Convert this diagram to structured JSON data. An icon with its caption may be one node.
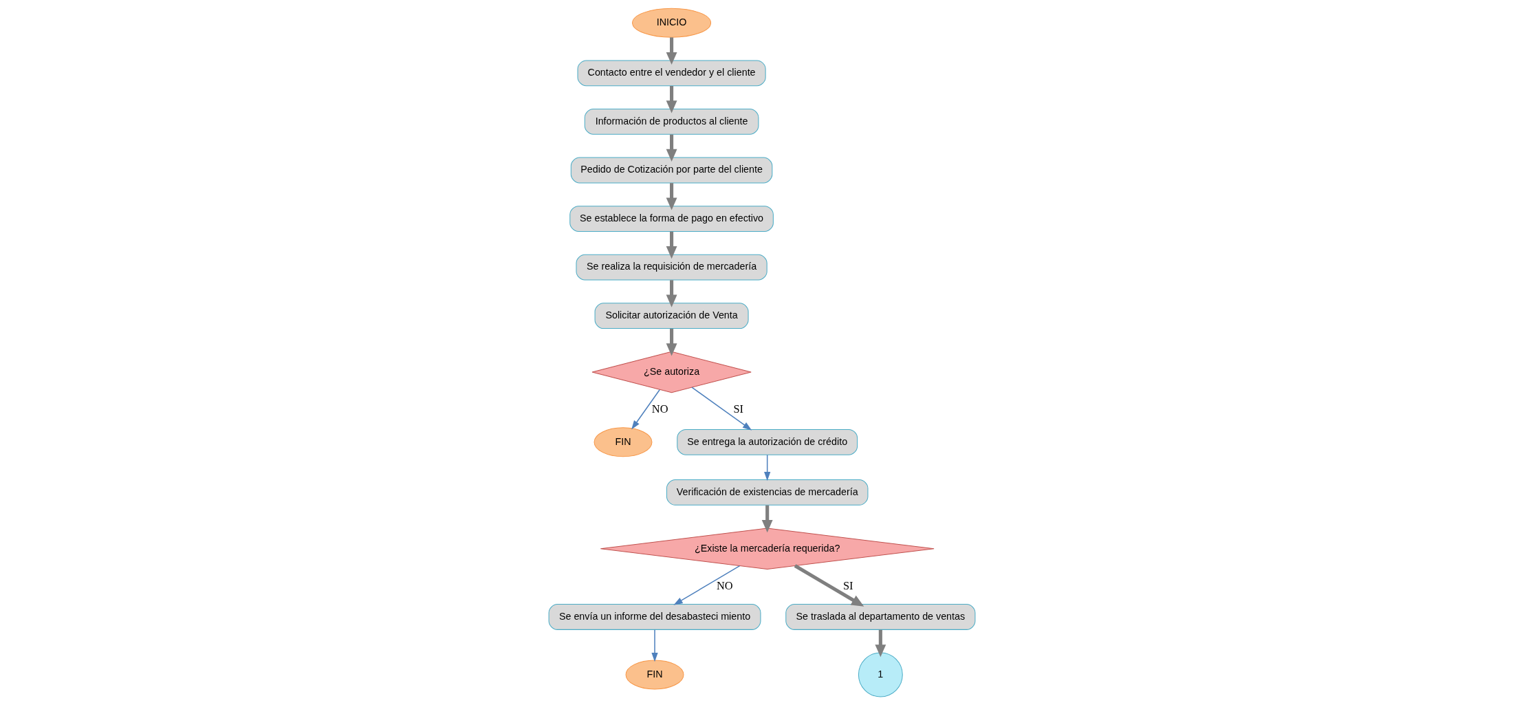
{
  "diagram": {
    "nodes": [
      {
        "text": [
          "INICIO"
        ]
      },
      {
        "text": [
          "Contacto entre el vendedor y el cliente"
        ]
      },
      {
        "text": [
          "Información de productos al cliente"
        ]
      },
      {
        "text": [
          "Pedido de Cotización por parte del cliente"
        ]
      },
      {
        "text": [
          "Se establece la forma de pago en efectivo"
        ]
      },
      {
        "text": [
          "Se realiza la requisición de mercadería"
        ]
      },
      {
        "text": [
          "Solicitar autorización de Venta"
        ]
      },
      {
        "text": [
          "¿Se autoriza"
        ]
      },
      {
        "text": [
          "FIN"
        ]
      },
      {
        "text": [
          "Se entrega la autorización de crédito"
        ]
      },
      {
        "text": [
          "Verificación de existencias de mercadería"
        ]
      },
      {
        "text": [
          "¿Existe la mercadería requerida?"
        ]
      },
      {
        "text": [
          "Se envía un informe del desabasteci miento"
        ]
      },
      {
        "text": [
          "FIN"
        ]
      },
      {
        "text": [
          "Se traslada al departamento de ventas"
        ]
      },
      {
        "text": [
          "1"
        ]
      }
    ],
    "edges": [
      {
        "from": 0,
        "to": 1,
        "arrow": "to"
      },
      {
        "from": 1,
        "to": 2,
        "arrow": "to"
      },
      {
        "from": 2,
        "to": 3,
        "arrow": "to"
      },
      {
        "from": 3,
        "to": 4,
        "arrow": "to"
      },
      {
        "from": 4,
        "to": 5,
        "arrow": "to"
      },
      {
        "from": 5,
        "to": 6,
        "arrow": "to"
      },
      {
        "from": 6,
        "to": 7,
        "arrow": "to"
      },
      {
        "from": 7,
        "to": 8,
        "arrow": "to",
        "label": "NO",
        "color": "#4f81bd"
      },
      {
        "from": 7,
        "to": 9,
        "arrow": "to",
        "label": "SI",
        "color": "#4f81bd"
      },
      {
        "from": 9,
        "to": 10,
        "arrow": "to",
        "color": "#4f81bd"
      },
      {
        "from": 10,
        "to": 11,
        "arrow": "to"
      },
      {
        "from": 11,
        "to": 12,
        "arrow": "to",
        "label": "NO",
        "color": "#4f81bd"
      },
      {
        "from": 11,
        "to": 14,
        "arrow": "to",
        "label": "SI"
      },
      {
        "from": 12,
        "to": 13,
        "arrow": "to",
        "color": "#4f81bd"
      },
      {
        "from": 14,
        "to": 15,
        "arrow": "to"
      }
    ]
  }
}
